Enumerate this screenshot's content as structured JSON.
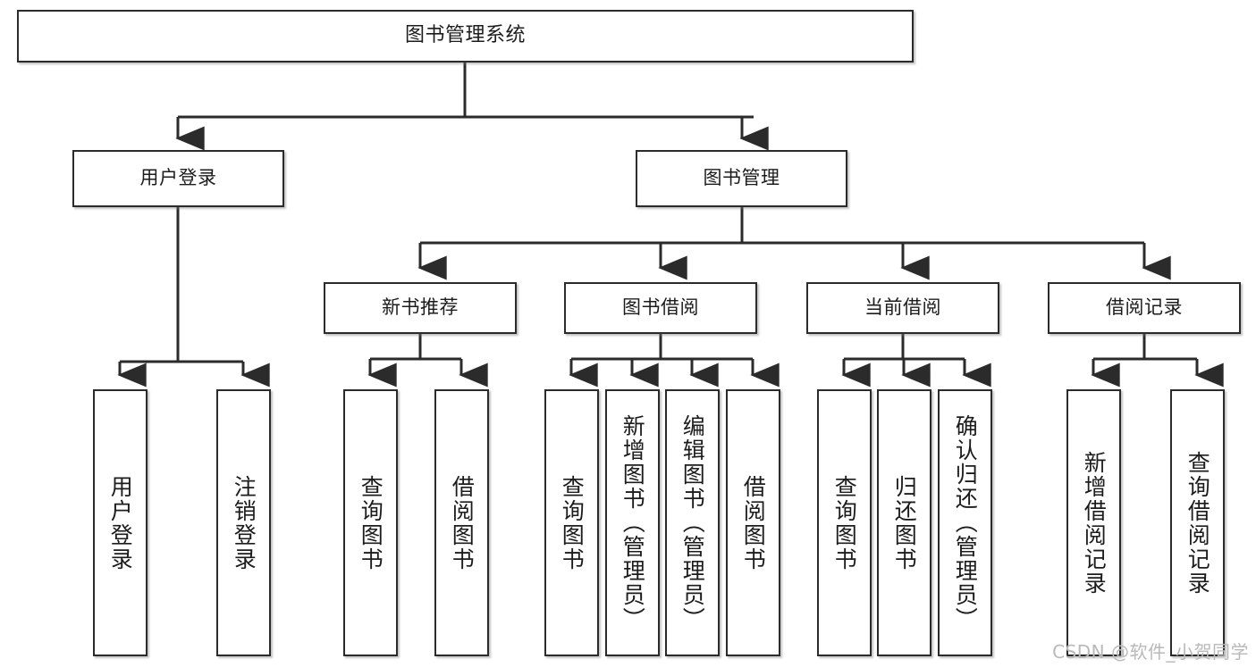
{
  "diagram": {
    "title": "图书管理系统",
    "type": "tree",
    "line_color": "#2b2b2b",
    "box_fill": "#ffffff",
    "text_color": "#1c1c1c",
    "nodes": {
      "root": {
        "label": "图书管理系统"
      },
      "login": {
        "label": "用户登录"
      },
      "bookmgmt": {
        "label": "图书管理"
      },
      "newbook": {
        "label": "新书推荐"
      },
      "borrow": {
        "label": "图书借阅"
      },
      "current": {
        "label": "当前借阅"
      },
      "record": {
        "label": "借阅记录"
      },
      "leaf_1": {
        "label": "用户登录"
      },
      "leaf_2": {
        "label": "注销登录"
      },
      "leaf_3": {
        "label": "查询图书"
      },
      "leaf_4": {
        "label": "借阅图书"
      },
      "leaf_5": {
        "label": "查询图书"
      },
      "leaf_6": {
        "label": "新增图书（管理员）"
      },
      "leaf_7": {
        "label": "编辑图书（管理员）"
      },
      "leaf_8": {
        "label": "借阅图书"
      },
      "leaf_9": {
        "label": "查询图书"
      },
      "leaf_10": {
        "label": "归还图书"
      },
      "leaf_11": {
        "label": "确认归还（管理员）"
      },
      "leaf_12": {
        "label": "新增借阅记录"
      },
      "leaf_13": {
        "label": "查询借阅记录"
      }
    }
  },
  "watermark": {
    "text": "CSDN @软件_小贺同学"
  }
}
